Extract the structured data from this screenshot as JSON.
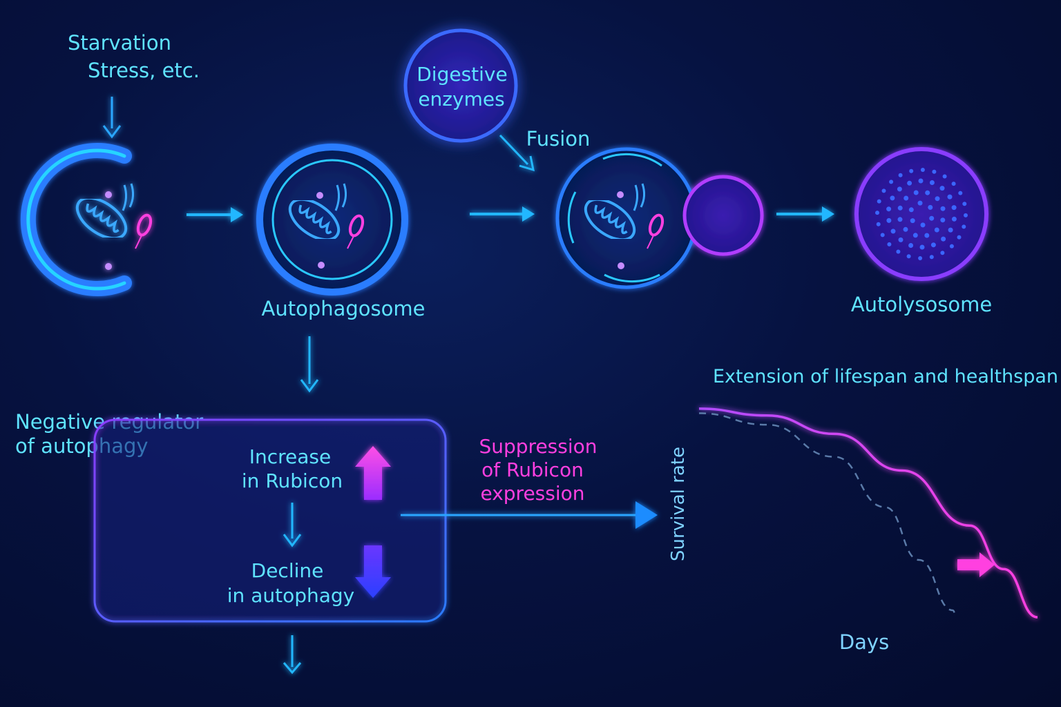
{
  "inputs": {
    "line1": "Starvation",
    "line2": "Stress, etc."
  },
  "enzymes": {
    "line1": "Digestive",
    "line2": "enzymes"
  },
  "fusion_label": "Fusion",
  "autophagosome_label": "Autophagosome",
  "autolysosome_label": "Autolysosome",
  "regulator": {
    "line1": "Negative regulator",
    "line2": "of autophagy"
  },
  "box": {
    "increase_line1": "Increase",
    "increase_line2": "in Rubicon",
    "decline_line1": "Decline",
    "decline_line2": "in autophagy"
  },
  "suppression": {
    "line1": "Suppression",
    "line2": "of Rubicon",
    "line3": "expression"
  },
  "chart_title": "Extension of lifespan and healthspan",
  "chart_data": {
    "type": "line",
    "title": "Extension of lifespan and healthspan",
    "xlabel": "Days",
    "ylabel": "Survival rate",
    "xlim": [
      0,
      100
    ],
    "ylim": [
      0,
      1
    ],
    "grid": false,
    "series": [
      {
        "style": "solid-magenta",
        "x": [
          0,
          20,
          40,
          60,
          80,
          90,
          100
        ],
        "y": [
          0.91,
          0.88,
          0.8,
          0.64,
          0.4,
          0.21,
          0.0
        ]
      },
      {
        "style": "dashed-gray",
        "x": [
          0,
          20,
          40,
          55,
          65,
          75,
          76
        ],
        "y": [
          0.89,
          0.84,
          0.7,
          0.48,
          0.25,
          0.03,
          0.0
        ]
      }
    ]
  },
  "colors": {
    "cyan": "#5fe3ff",
    "blue": "#2a8cff",
    "magenta": "#ff3fe0",
    "violet": "#8a3cff"
  }
}
